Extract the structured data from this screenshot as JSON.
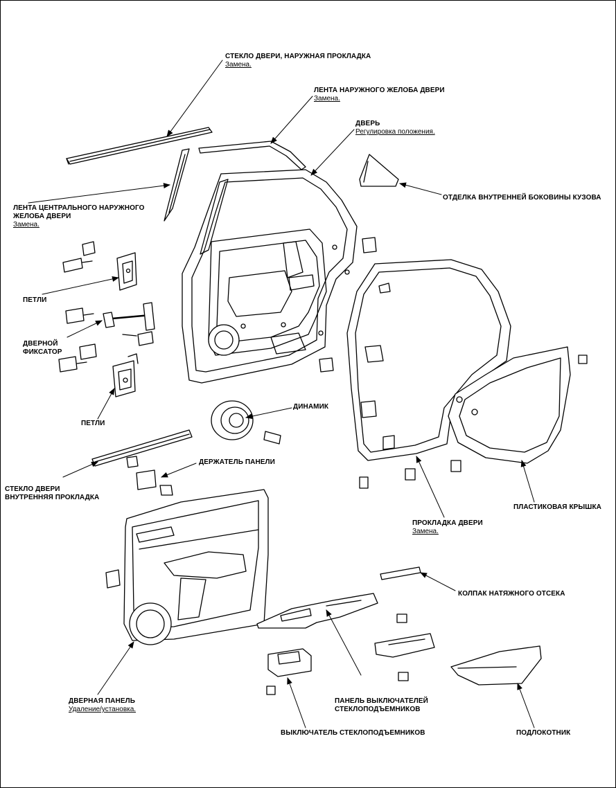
{
  "labels": {
    "outer_weatherstrip": {
      "title": "СТЕКЛО ДВЕРИ, НАРУЖНАЯ ПРОКЛАДКА",
      "sub": "Замена."
    },
    "outer_channel_strip": {
      "title": "ЛЕНТА НАРУЖНОГО ЖЕЛОБА ДВЕРИ",
      "sub": "Замена."
    },
    "door": {
      "title": "ДВЕРЬ",
      "sub": "Регулировка положения."
    },
    "center_strip": {
      "title1": "ЛЕНТА ЦЕНТРАЛЬНОГО НАРУЖНОГО",
      "title2": "ЖЕЛОБА ДВЕРИ",
      "sub": "Замена."
    },
    "inner_trim": {
      "title": "ОТДЕЛКА ВНУТРЕННЕЙ БОКОВИНЫ КУЗОВА"
    },
    "hinge_upper": {
      "title": "ПЕТЛИ"
    },
    "checker": {
      "title1": "ДВЕРНОЙ",
      "title2": "ФИКСАТОР"
    },
    "hinge_lower": {
      "title": "ПЕТЛИ"
    },
    "speaker": {
      "title": "ДИНАМИК"
    },
    "panel_holder": {
      "title": "ДЕРЖАТЕЛЬ ПАНЕЛИ"
    },
    "inner_weatherstrip": {
      "title1": "СТЕКЛО ДВЕРИ",
      "title2": "ВНУТРЕННЯЯ ПРОКЛАДКА"
    },
    "plastic_cover": {
      "title": "ПЛАСТИКОВАЯ КРЫШКА"
    },
    "door_seal": {
      "title": "ПРОКЛАДКА ДВЕРИ",
      "sub": "Замена."
    },
    "pull_cap": {
      "title": "КОЛПАК НАТЯЖНОГО ОТСЕКА"
    },
    "door_panel": {
      "title": "ДВЕРНАЯ ПАНЕЛЬ",
      "sub": "Удаление/установка."
    },
    "switch_panel": {
      "title1": "ПАНЕЛЬ ВЫКЛЮЧАТЕЛЕЙ",
      "title2": "СТЕКЛОПОДЪЕМНИКОВ"
    },
    "window_switch": {
      "title": "ВЫКЛЮЧАТЕЛЬ СТЕКЛОПОДЪЕМНИКОВ"
    },
    "armrest": {
      "title": "ПОДЛОКОТНИК"
    }
  },
  "colors": {
    "line": "#000000",
    "fill": "#ffffff",
    "shade": "#d9d9d9"
  }
}
